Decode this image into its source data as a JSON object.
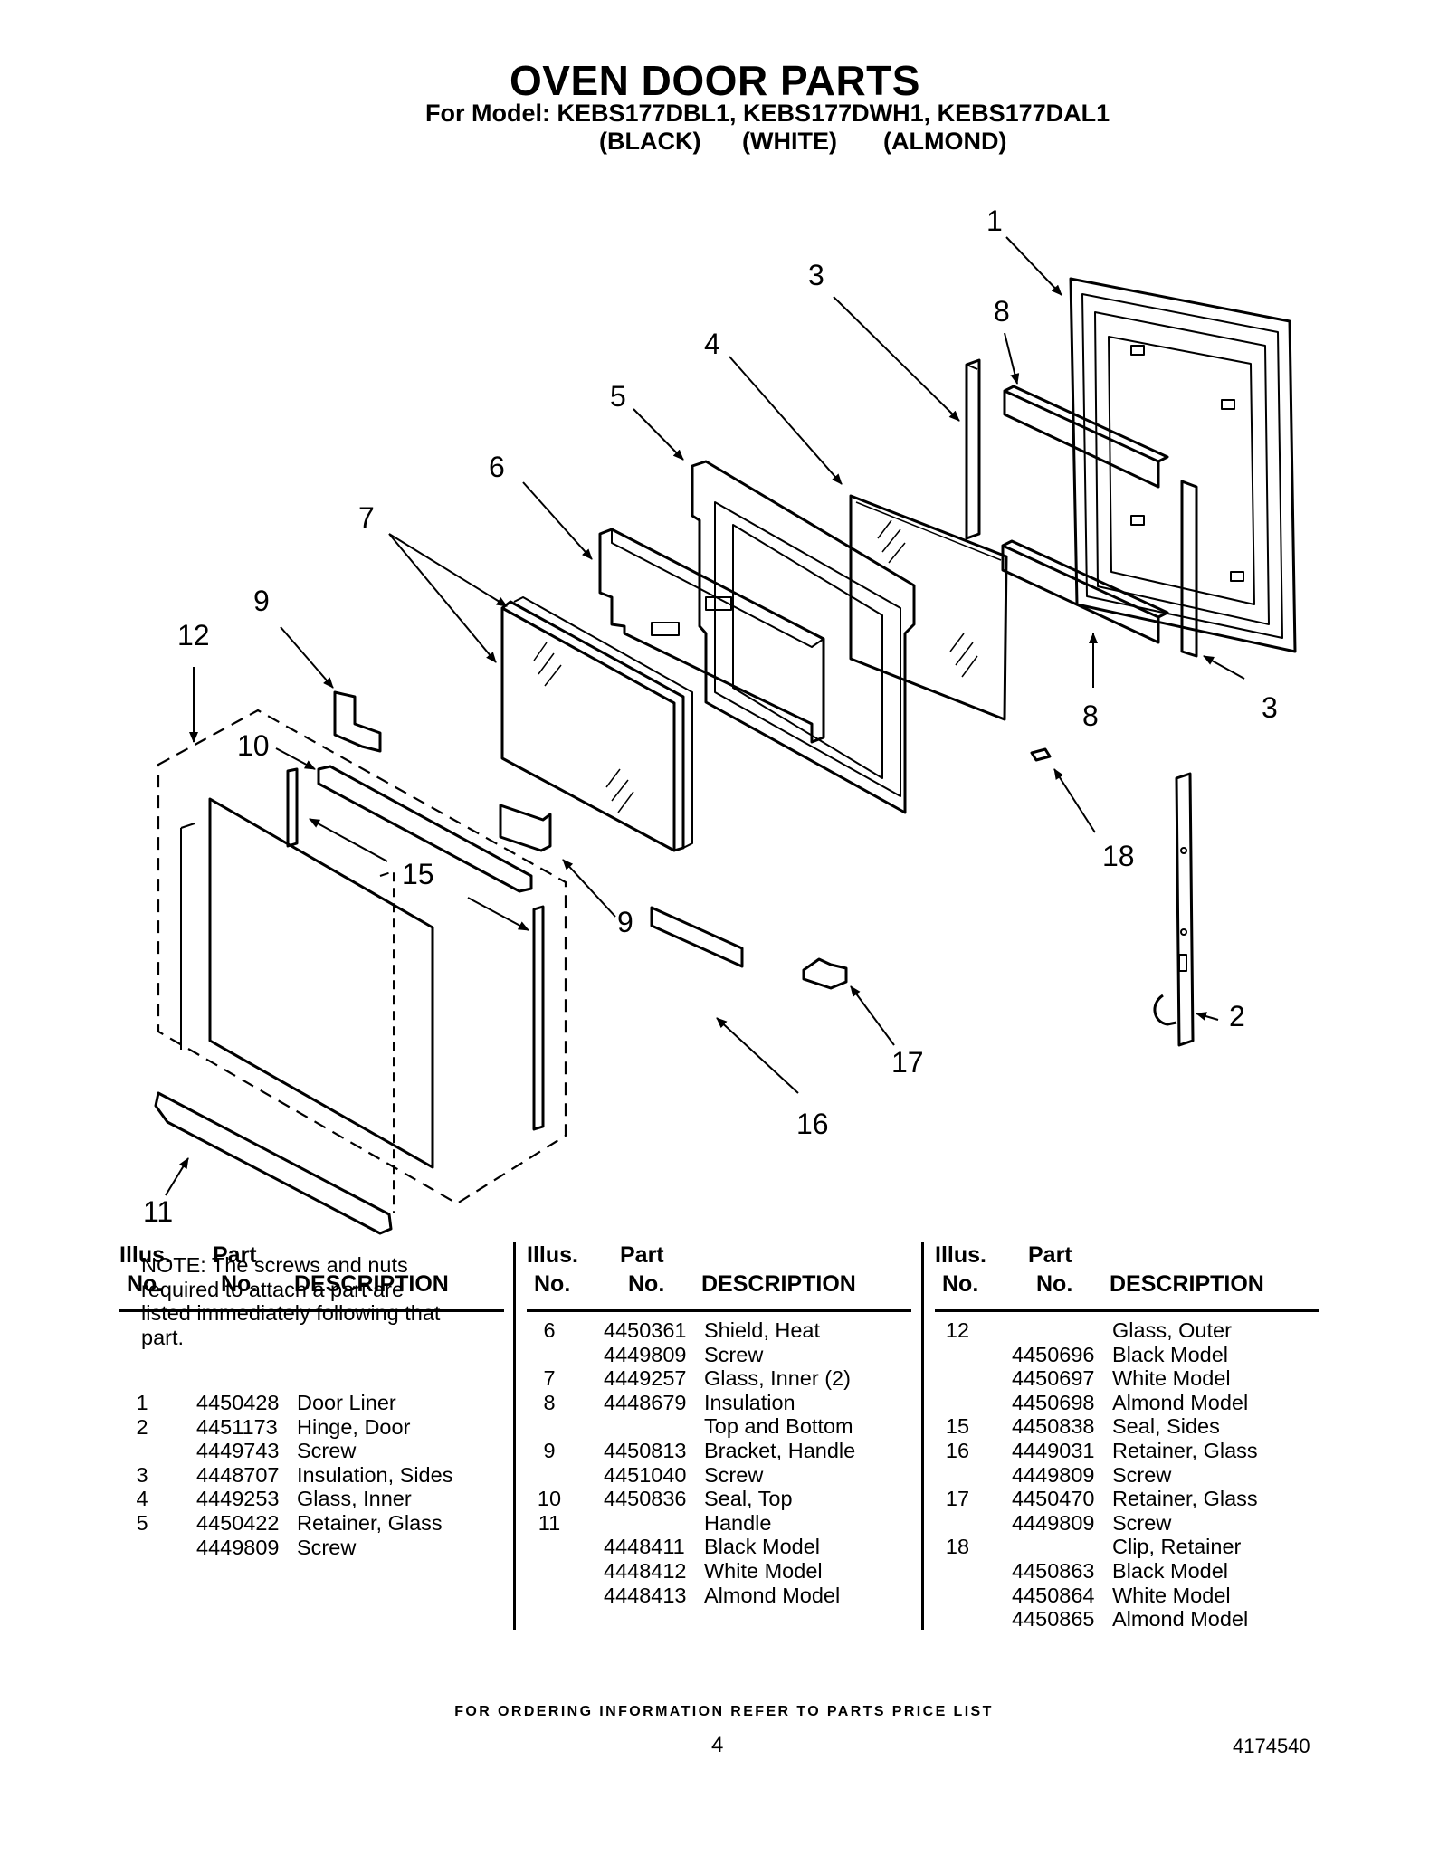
{
  "header": {
    "title": "OVEN DOOR PARTS",
    "model_line": "For Model: KEBS177DBL1, KEBS177DWH1, KEBS177DAL1",
    "variants": [
      "(BLACK)",
      "(WHITE)",
      "(ALMOND)"
    ]
  },
  "diagram": {
    "callouts": [
      "1",
      "3",
      "8",
      "4",
      "5",
      "6",
      "7",
      "9",
      "12",
      "10",
      "15",
      "9",
      "8",
      "3",
      "18",
      "2",
      "17",
      "16",
      "11"
    ]
  },
  "table": {
    "headers": {
      "illus": "Illus.",
      "no": "No.",
      "part": "Part",
      "part_no": "No.",
      "description": "DESCRIPTION"
    },
    "note": "NOTE: The screws and nuts required to attach a part are listed immediately following that part.",
    "columns": [
      [
        {
          "illus": "1",
          "part": "4450428",
          "desc": "Door Liner"
        },
        {
          "illus": "2",
          "part": "4451173",
          "desc": "Hinge, Door"
        },
        {
          "illus": "",
          "part": "4449743",
          "desc": "Screw"
        },
        {
          "illus": "3",
          "part": "4448707",
          "desc": "Insulation, Sides"
        },
        {
          "illus": "4",
          "part": "4449253",
          "desc": "Glass, Inner"
        },
        {
          "illus": "5",
          "part": "4450422",
          "desc": "Retainer, Glass"
        },
        {
          "illus": "",
          "part": "4449809",
          "desc": "Screw"
        }
      ],
      [
        {
          "illus": "6",
          "part": "4450361",
          "desc": "Shield, Heat"
        },
        {
          "illus": "",
          "part": "4449809",
          "desc": "Screw"
        },
        {
          "illus": "7",
          "part": "4449257",
          "desc": "Glass, Inner (2)"
        },
        {
          "illus": "8",
          "part": "4448679",
          "desc": "Insulation"
        },
        {
          "illus": "",
          "part": "",
          "desc": "Top and Bottom"
        },
        {
          "illus": "9",
          "part": "4450813",
          "desc": "Bracket, Handle"
        },
        {
          "illus": "",
          "part": "4451040",
          "desc": "Screw"
        },
        {
          "illus": "10",
          "part": "4450836",
          "desc": "Seal, Top"
        },
        {
          "illus": "11",
          "part": "",
          "desc": "Handle"
        },
        {
          "illus": "",
          "part": "4448411",
          "desc": "Black Model"
        },
        {
          "illus": "",
          "part": "4448412",
          "desc": "White Model"
        },
        {
          "illus": "",
          "part": "4448413",
          "desc": "Almond Model"
        }
      ],
      [
        {
          "illus": "12",
          "part": "",
          "desc": "Glass, Outer"
        },
        {
          "illus": "",
          "part": "4450696",
          "desc": "Black Model"
        },
        {
          "illus": "",
          "part": "4450697",
          "desc": "White Model"
        },
        {
          "illus": "",
          "part": "4450698",
          "desc": "Almond Model"
        },
        {
          "illus": "15",
          "part": "4450838",
          "desc": "Seal, Sides"
        },
        {
          "illus": "16",
          "part": "4449031",
          "desc": "Retainer, Glass"
        },
        {
          "illus": "",
          "part": "4449809",
          "desc": "Screw"
        },
        {
          "illus": "17",
          "part": "4450470",
          "desc": "Retainer, Glass"
        },
        {
          "illus": "",
          "part": "4449809",
          "desc": "Screw"
        },
        {
          "illus": "18",
          "part": "",
          "desc": "Clip, Retainer"
        },
        {
          "illus": "",
          "part": "4450863",
          "desc": "Black Model"
        },
        {
          "illus": "",
          "part": "4450864",
          "desc": "White Model"
        },
        {
          "illus": "",
          "part": "4450865",
          "desc": "Almond Model"
        }
      ]
    ]
  },
  "footer": {
    "ordering": "FOR ORDERING INFORMATION REFER TO PARTS PRICE LIST",
    "page": "4",
    "doc_number": "4174540"
  }
}
